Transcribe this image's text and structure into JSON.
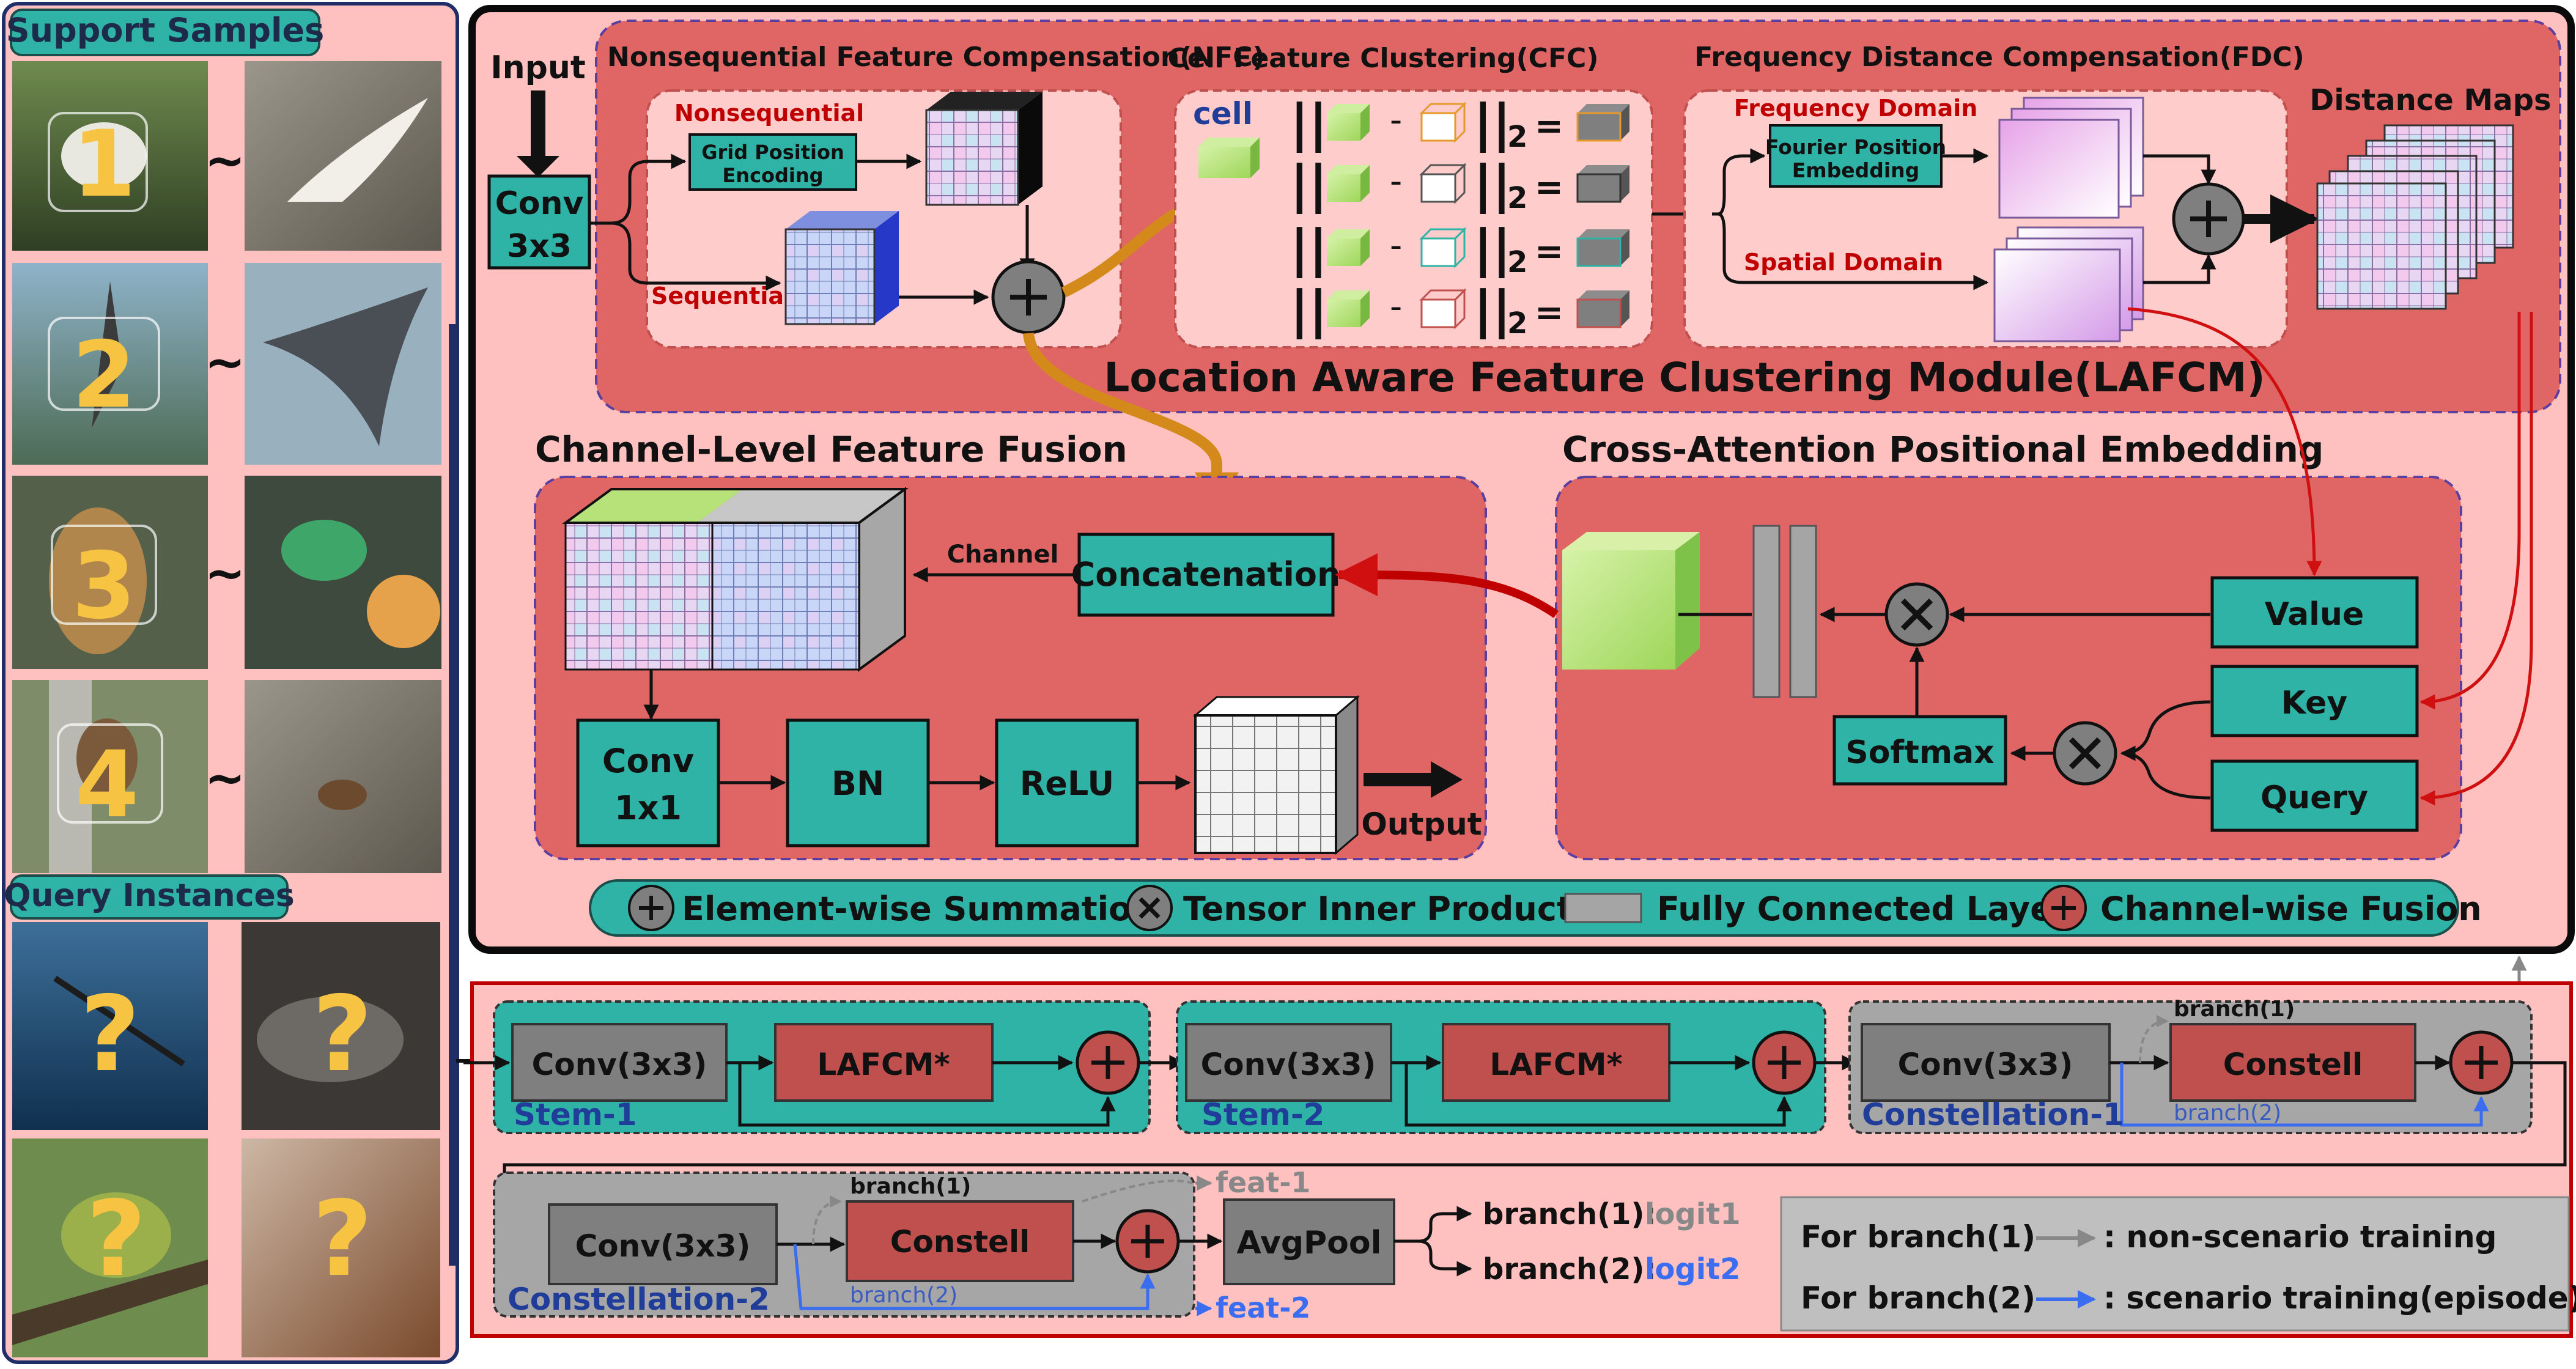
{
  "left_panel": {
    "support_title": "Support Samples",
    "query_title": "Query Instances",
    "support_numbers": [
      "1",
      "2",
      "3",
      "4"
    ],
    "tilde": "~",
    "query_mark": "?"
  },
  "top_panel": {
    "input_label": "Input",
    "conv3x3_line1": "Conv",
    "conv3x3_line2": "3x3",
    "nfc_title": "Nonsequential Feature Compensation(NFC)",
    "nonsequential_label": "Nonsequential",
    "grid_pos_line1": "Grid Position",
    "grid_pos_line2": "Encoding",
    "sequential_label": "Sequential",
    "cfc_title": "Cell Feature Clustering(CFC)",
    "cell_label": "cell",
    "norm_subscript": "2",
    "fdc_title": "Frequency Distance Compensation(FDC)",
    "frequency_domain": "Frequency Domain",
    "fourier_line1": "Fourier Position",
    "fourier_line2": "Embedding",
    "spatial_domain": "Spatial Domain",
    "distance_maps": "Distance Maps",
    "lafcm_title": "Location Aware Feature Clustering Module(LAFCM)",
    "clff_title": "Channel-Level Feature Fusion",
    "cape_title": "Cross-Attention Positional Embedding",
    "channel_label": "Channel",
    "concatenation": "Concatenation",
    "conv1x1_line1": "Conv",
    "conv1x1_line2": "1x1",
    "bn": "BN",
    "relu": "ReLU",
    "output": "Output",
    "value": "Value",
    "key": "Key",
    "query": "Query",
    "softmax": "Softmax"
  },
  "legend": {
    "sum": "Element-wise Summation",
    "inner": "Tensor Inner Product",
    "fc": "Fully Connected Layer",
    "fusion": "Channel-wise Fusion"
  },
  "bottom_panel": {
    "conv3x3": "Conv(3x3)",
    "lafcm_star": "LAFCM*",
    "constell": "Constell",
    "stem1": "Stem-1",
    "stem2": "Stem-2",
    "constellation1": "Constellation-1",
    "constellation2": "Constellation-2",
    "branch1": "branch(1)",
    "branch2": "branch(2)",
    "avgpool": "AvgPool",
    "feat1": "feat-1",
    "feat2": "feat-2",
    "out_branch1": "branch(1):",
    "logit1": "logit1",
    "out_branch2": "branch(2):",
    "logit2": "logit2",
    "legend_branch1": "For branch(1)",
    "legend_branch1_desc": ": non-scenario training",
    "legend_branch2": "For branch(2)",
    "legend_branch2_desc": ": scenario training(episode)"
  },
  "colors": {
    "teal": "#2fb3a6",
    "salmon": "#e57372",
    "pink_bg": "#ffc0c0",
    "dark_red": "#c0504d",
    "gray_box": "#7f7f7f",
    "navy_text": "#1f3d99",
    "orange_arrow": "#d38a1a",
    "yellow_numbers": "#f6c343"
  }
}
